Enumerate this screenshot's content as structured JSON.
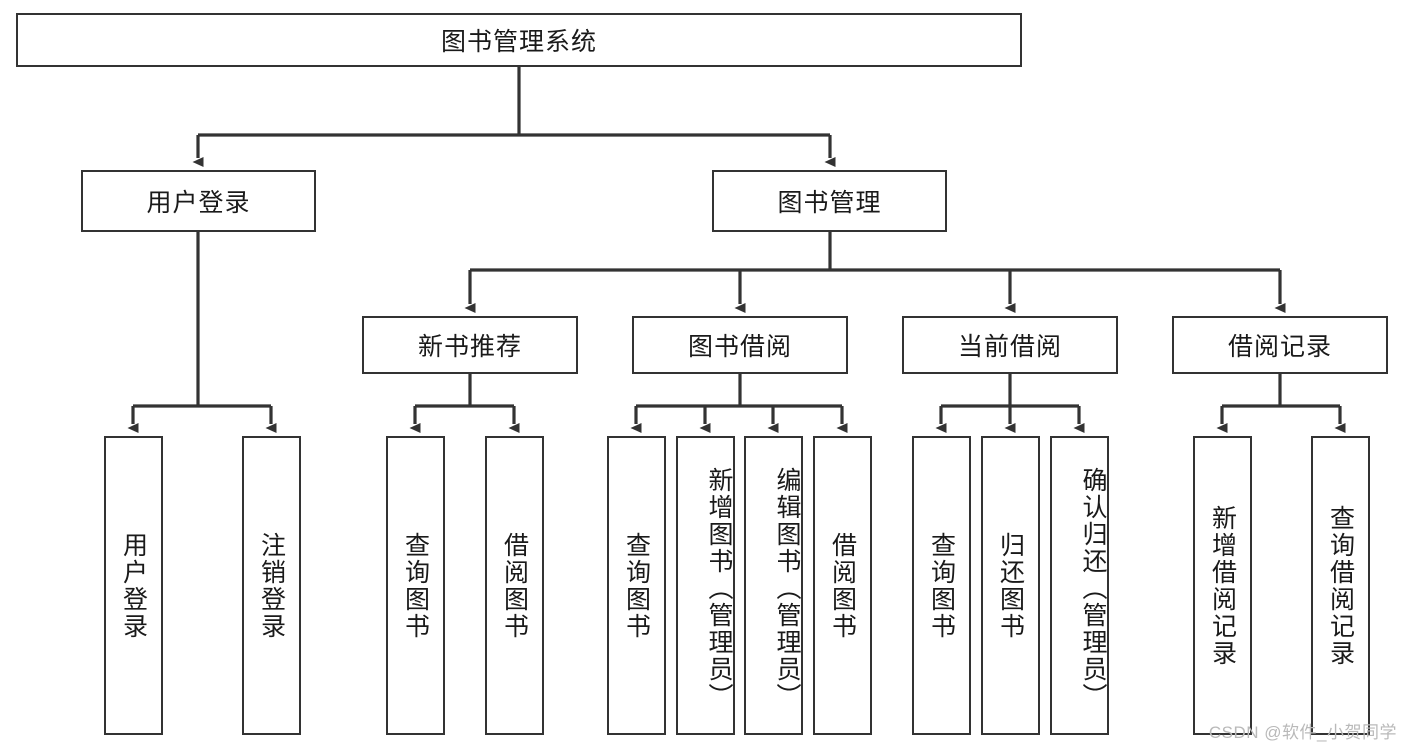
{
  "diagram": {
    "title": "图书管理系统",
    "type": "tree-hierarchy",
    "watermark": "CSDN @软件_小贺同学",
    "colors": {
      "stroke": "#333333",
      "fill": "#ffffff",
      "text": "#1a1a1a",
      "watermark": "#b9b9b9"
    },
    "levels": {
      "root": {
        "label": "图书管理系统"
      },
      "level2": [
        {
          "label": "用户登录"
        },
        {
          "label": "图书管理"
        }
      ],
      "level3": [
        {
          "label": "新书推荐"
        },
        {
          "label": "图书借阅"
        },
        {
          "label": "当前借阅"
        },
        {
          "label": "借阅记录"
        }
      ],
      "leaves": {
        "user_login": [
          {
            "label": "用户登录"
          },
          {
            "label": "注销登录"
          }
        ],
        "new_book_recommend": [
          {
            "label": "查询图书"
          },
          {
            "label": "借阅图书"
          }
        ],
        "book_borrow": [
          {
            "label": "查询图书"
          },
          {
            "label": "新增图书（管理员）"
          },
          {
            "label": "编辑图书（管理员）"
          },
          {
            "label": "借阅图书"
          }
        ],
        "current_borrow": [
          {
            "label": "查询图书"
          },
          {
            "label": "归还图书"
          },
          {
            "label": "确认归还（管理员）"
          }
        ],
        "borrow_records": [
          {
            "label": "新增借阅记录"
          },
          {
            "label": "查询借阅记录"
          }
        ]
      }
    }
  }
}
